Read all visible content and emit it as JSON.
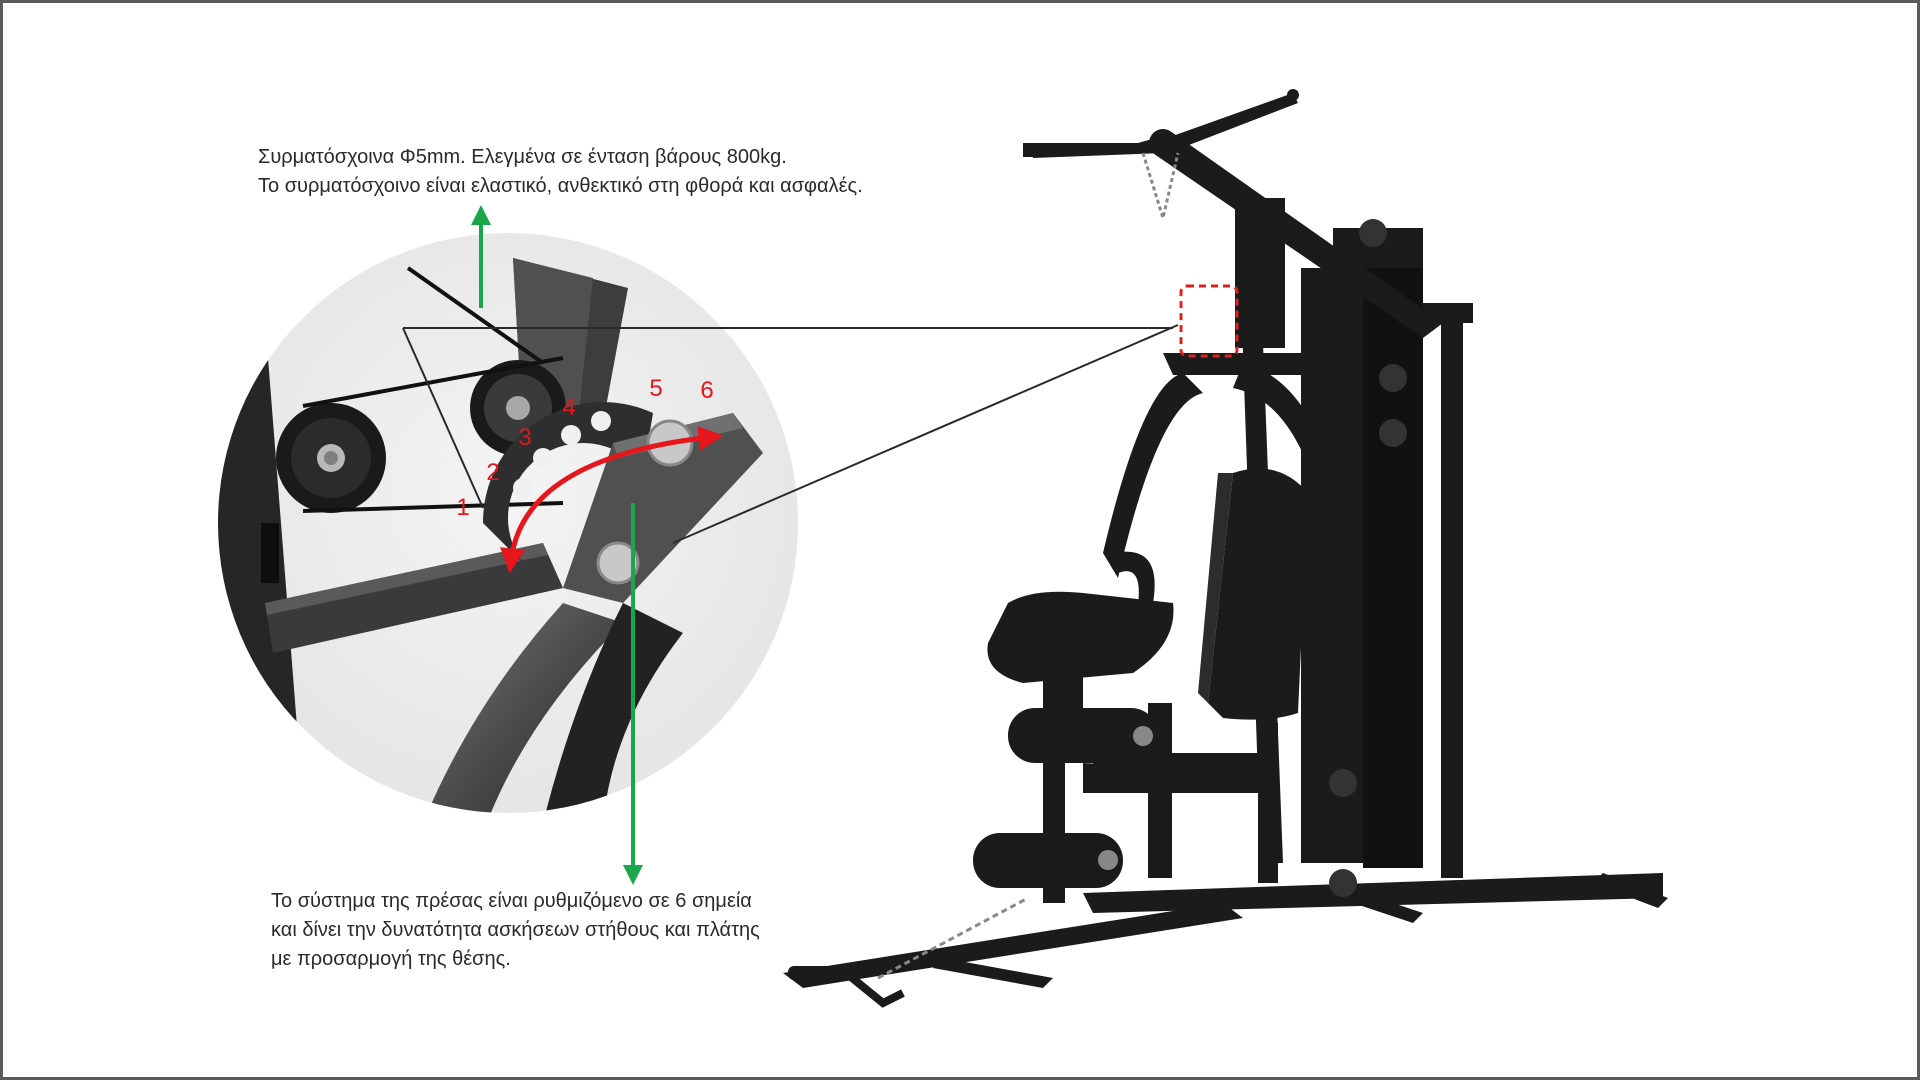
{
  "captions": {
    "cable": {
      "line1": "Συρματόσχοινα Φ5mm. Ελεγμένα σε ένταση βάρους 800kg.",
      "line2": "Το συρματόσχοινο είναι ελαστικό, ανθεκτικό στη φθορά και ασφαλές."
    },
    "press": {
      "line1": "Το σύστημα της πρέσας είναι ρυθμιζόμενο σε 6 σημεία",
      "line2": "και δίνει την δυνατότητα ασκήσεων στήθους και πλάτης",
      "line3": "με προσαρμογή της θέσης."
    }
  },
  "adjustment_positions": [
    "1",
    "2",
    "3",
    "4",
    "5",
    "6"
  ],
  "colors": {
    "arrow_green": "#1aa64a",
    "arrow_red": "#e5161c",
    "frame_black": "#1b1b1b",
    "highlight_box": "#e02020"
  }
}
